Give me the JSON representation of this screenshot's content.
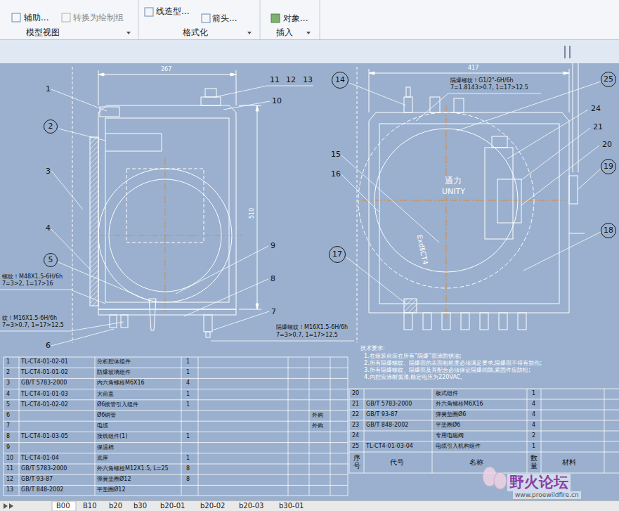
{
  "diagram": {
    "nodes": [
      {
        "text": [
          "2"
        ]
      },
      {
        "text": [
          "5"
        ]
      },
      {
        "text": [
          "14"
        ]
      },
      {
        "text": [
          "17"
        ]
      },
      {
        "text": [
          "25"
        ]
      },
      {
        "text": [
          "19"
        ]
      },
      {
        "text": [
          "18"
        ]
      }
    ],
    "labels": [
      "辅助...",
      "转换为绘制组",
      "模型视图",
      "线造型...",
      "箭头...",
      "格式化",
      "对象...",
      "插入",
      "267",
      "510",
      "1",
      "3",
      "4",
      "6",
      "7",
      "8",
      "9",
      "10",
      "11",
      "12",
      "13",
      "螺纹！M48X1.5-6H/6h",
      "7=3>2, 1=17>16",
      "纹！M16X1.5-6H/6h",
      "7=3>0.7, 1=17>12.5",
      "隔爆螺纹！M16X1.5-6H/6h",
      "7=3>0.7, 1=17>12.5",
      "417",
      "隔爆螺纹！G1/2\"-6H/6h",
      "7=1.8143>0.7, 1=17>12.5",
      "15",
      "16",
      "24",
      "21",
      "20",
      "通力",
      "UNITY",
      "ExdⅡCT4",
      "技术要求:",
      "1.在组装前应在所有“隔爆”面涂防锈油;",
      "2.所有隔爆螺纹、隔爆面的表面粗糙度必须满足要求,隔爆面不得有损伤;",
      "3.所有隔爆螺纹、隔爆面及其配合必须保证隔爆间隙,紧固件应防松;",
      "4.内腔应涂耐弧漆,额定电压为220VAC。",
      "1",
      "TL-CT4-01-02-01",
      "分析腔体组件",
      "1",
      "2",
      "TL-CT4-01-01-02",
      "防爆玻璃组件",
      "1",
      "3",
      "GB/T 5783-2000",
      "内六角螺栓M6X16",
      "4",
      "4",
      "TL-CT4-01-01-03",
      "大前盖",
      "1",
      "5",
      "TL-CT4-01-02-02",
      "Ø6接管引入组件",
      "1",
      "6",
      "Ø6铜管",
      "外购",
      "7",
      "电缆",
      "外购",
      "8",
      "TL-CT4-01-03-05",
      "接线组件(1)",
      "1",
      "9",
      "保温棉",
      "10",
      "TL-CT4-01-04",
      "底座",
      "1",
      "11",
      "GB/T 5783-2000",
      "外六角螺栓M12X1.5, L=25",
      "8",
      "12",
      "GB/T 93-87",
      "弹簧垫圈Ø12",
      "8",
      "13",
      "GB/T 848-2002",
      "平垫圈Ø12",
      "20",
      "板式组件",
      "1",
      "21",
      "GB/T 5783-2000",
      "外六角螺栓M6X16",
      "4",
      "22",
      "GB/T 93-87",
      "弹簧垫圈Ø6",
      "4",
      "23",
      "GB/T 848-2002",
      "平垫圈Ø6",
      "4",
      "24",
      "专用电磁阀",
      "2",
      "25",
      "TL-CT4-01-03-04",
      "电缆引入机构组件",
      "1",
      "序号",
      "代号",
      "名称",
      "数量",
      "材料",
      "B00",
      "B10",
      "b20",
      "b30",
      "b20-01",
      "b20-02",
      "b20-03",
      "b30-01",
      "野火论坛",
      "www.proewildfire.cn"
    ]
  }
}
